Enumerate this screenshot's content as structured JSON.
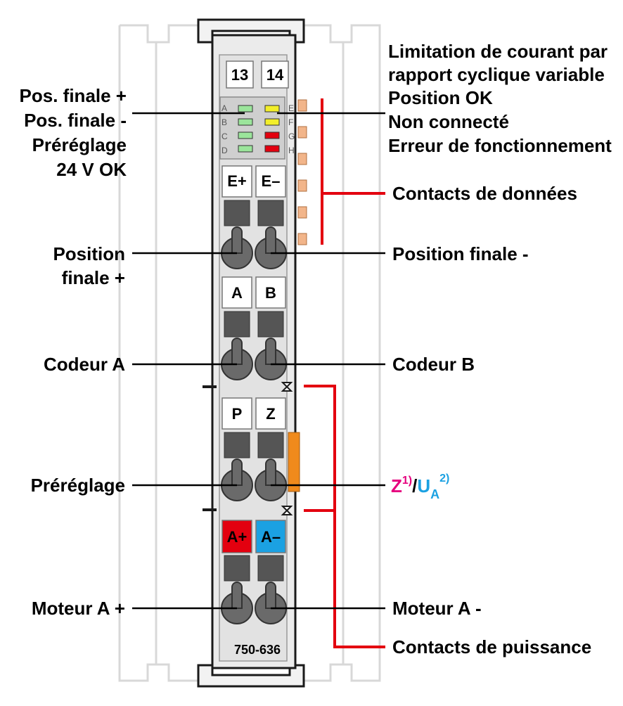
{
  "module": {
    "model": "750-636",
    "top_terminals": [
      "13",
      "14"
    ],
    "led_left_letters": [
      "A",
      "B",
      "C",
      "D"
    ],
    "led_right_letters": [
      "E",
      "F",
      "G",
      "H"
    ],
    "terminal_pairs": [
      {
        "left": "E+",
        "right": "E–"
      },
      {
        "left": "A",
        "right": "B"
      },
      {
        "left": "P",
        "right": "Z"
      },
      {
        "left": "A+",
        "right": "A–"
      }
    ]
  },
  "left_labels": {
    "led_status": [
      "Pos. finale +",
      "Pos.  finale -",
      "Préréglage",
      "24 V OK"
    ],
    "position_finale_plus": [
      "Position",
      "finale +"
    ],
    "codeur_a": "Codeur A",
    "prereglage": "Préréglage",
    "moteur_a_plus": "Moteur A +"
  },
  "right_labels": {
    "led_status": [
      "Limitation de courant par",
      "rapport cyclique variable",
      "Position OK",
      "Non connecté",
      "Erreur de fonctionnement"
    ],
    "contacts_donnees": "Contacts de données",
    "position_finale_minus": "Position finale -",
    "codeur_b": "Codeur B",
    "z_ua": {
      "z": "Z",
      "z_sup": "1)",
      "slash": "/",
      "u": "U",
      "u_sub": "A",
      "u_sup": "2)"
    },
    "moteur_a_minus": "Moteur A -",
    "contacts_puissance": "Contacts de puissance"
  },
  "colors": {
    "red": "#e3000f",
    "magenta": "#e6007e",
    "cyan": "#1ba1e2",
    "orange": "#f08a1c",
    "led_green": "#9be59b",
    "led_yellow": "#f2ee2a",
    "led_red": "#e3000f",
    "housing": "#e9e9e9"
  }
}
